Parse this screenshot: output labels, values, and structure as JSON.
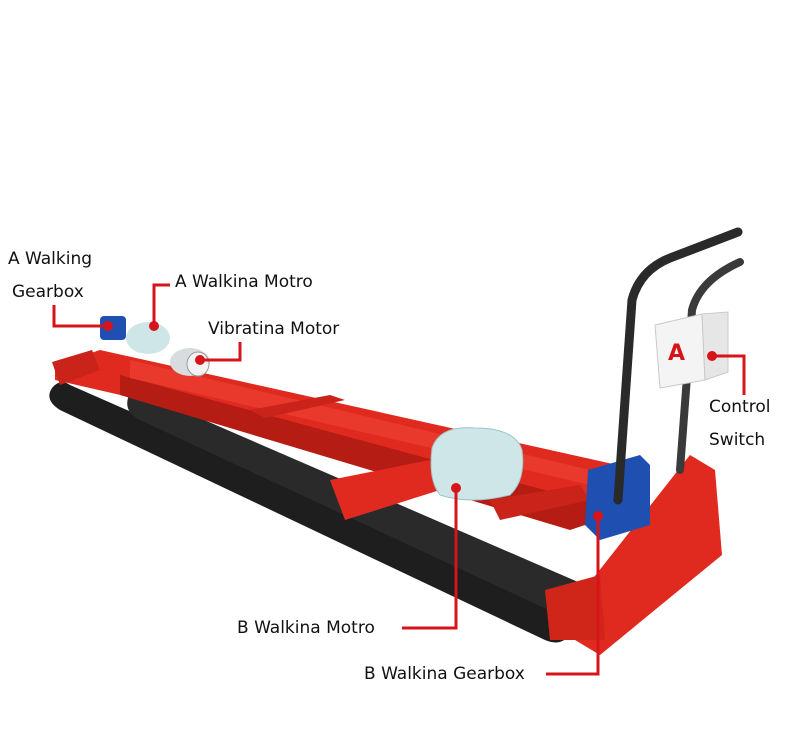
{
  "labels": {
    "a_walking_gearbox": {
      "line1": "A Walking",
      "line2": "Gearbox"
    },
    "a_walking_motor": "A Walkina Motro",
    "vibrating_motor": "Vibratina Motor",
    "control_switch": {
      "line1": "Control",
      "line2": "Switch"
    },
    "b_walking_motor": "B Walkina Motro",
    "b_walking_gearbox": "B Walkina Gearbox"
  },
  "colors": {
    "frame_red": "#e02a1f",
    "frame_red_dark": "#b51c14",
    "roller_black": "#1e1e1e",
    "gearbox_blue": "#1f4fb0",
    "callout_red": "#d7141a",
    "handle_dark": "#2a2a2a",
    "motor_wrap": "#cfe6e8"
  }
}
